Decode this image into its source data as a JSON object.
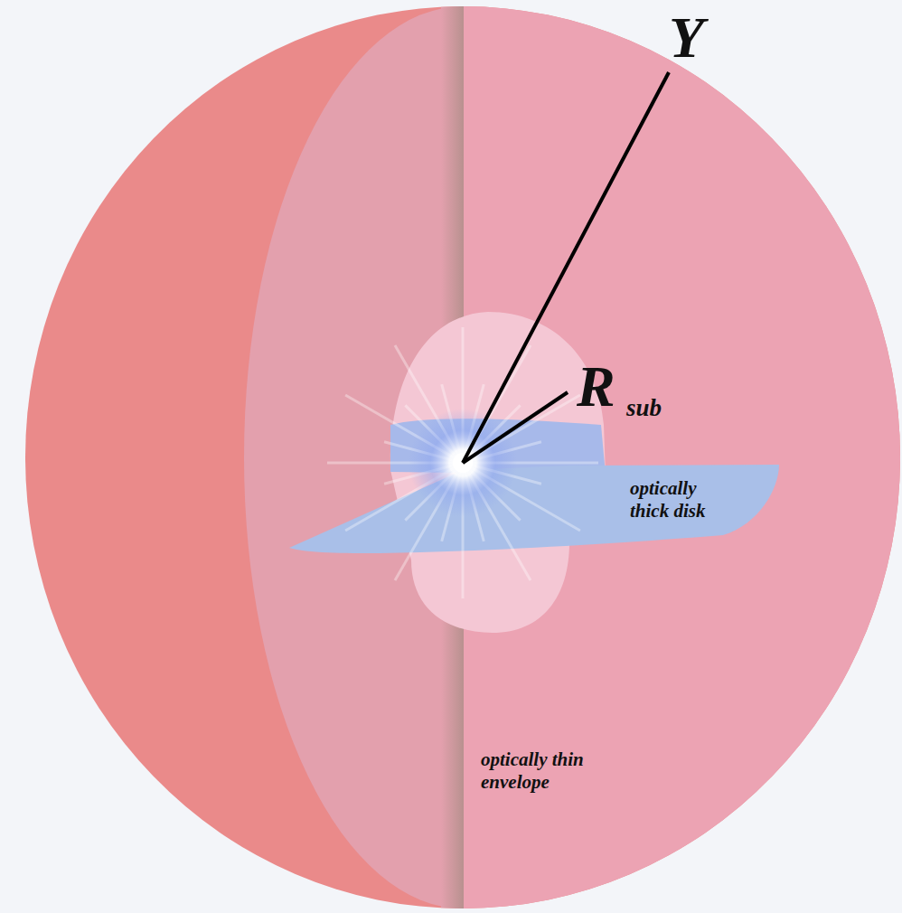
{
  "diagram": {
    "nodes": [
      {
        "text": [
          "optically thin envelope"
        ]
      },
      {
        "text": [
          "optically thick disk"
        ],
        "in": 0
      }
    ],
    "labels": [
      "Y",
      "R",
      "sub"
    ]
  }
}
